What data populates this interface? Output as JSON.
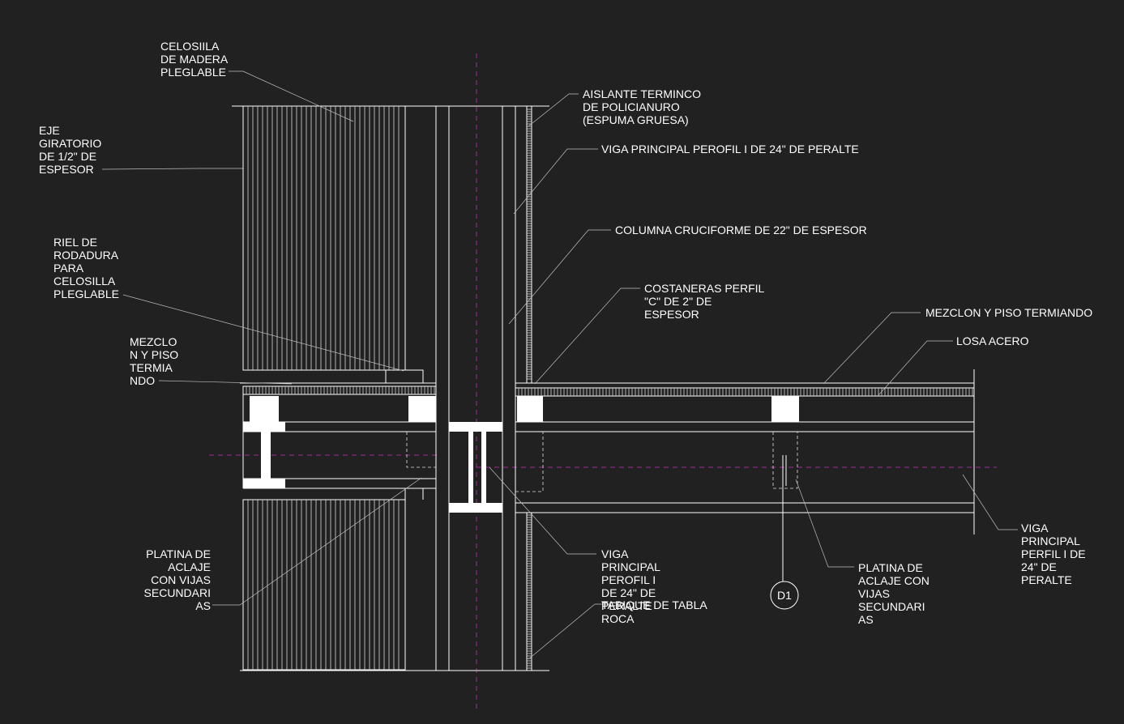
{
  "drawing": {
    "labels": {
      "celosia_madera": [
        "CELOSIILA",
        "DE MADERA",
        "PLEGLABLE"
      ],
      "eje_giratorio": [
        "EJE",
        "GIRATORIO",
        "DE 1/2\" DE",
        "ESPESOR"
      ],
      "riel_rodadura": [
        "RIEL DE",
        "RODADURA",
        "PARA",
        "CELOSILLA",
        "PLEGLABLE"
      ],
      "mezclon_left": [
        "MEZCLO",
        "N Y PISO",
        "TERMIA",
        "NDO"
      ],
      "platina_left": [
        "PLATINA DE",
        "ACLAJE",
        "CON VIJAS",
        "SECUNDARI",
        "AS"
      ],
      "aislante": [
        "AISLANTE TERMINCO",
        "DE POLICIANURO",
        "(ESPUMA GRUESA)"
      ],
      "viga_principal_top": [
        "VIGA PRINCIPAL PEROFIL I DE 24\" DE PERALTE"
      ],
      "columna": [
        "COLUMNA CRUCIFORME DE 22\" DE ESPESOR"
      ],
      "costaneras": [
        "COSTANERAS PERFIL",
        "\"C\" DE 2\" DE",
        "ESPESOR"
      ],
      "mezclon_right": [
        "MEZCLON Y PISO TERMIANDO"
      ],
      "losa_acero": [
        "LOSA ACERO"
      ],
      "viga_principal_center": [
        "VIGA",
        "PRINCIPAL",
        "PEROFIL I",
        "DE 24\" DE",
        "PERALTE"
      ],
      "tabla_roca": [
        "TABIQUE DE TABLA",
        "ROCA"
      ],
      "platina_right": [
        "PLATINA DE",
        "ACLAJE CON",
        "VIJAS",
        "SECUNDARI",
        "AS"
      ],
      "viga_principal_right": [
        "VIGA",
        "PRINCIPAL",
        "PERFIL I DE",
        "24\" DE",
        "PERALTE"
      ],
      "detail_tag": "D1"
    },
    "colors": {
      "background": "#212121",
      "lines": "#ffffff",
      "axis": "#a12a93"
    }
  }
}
